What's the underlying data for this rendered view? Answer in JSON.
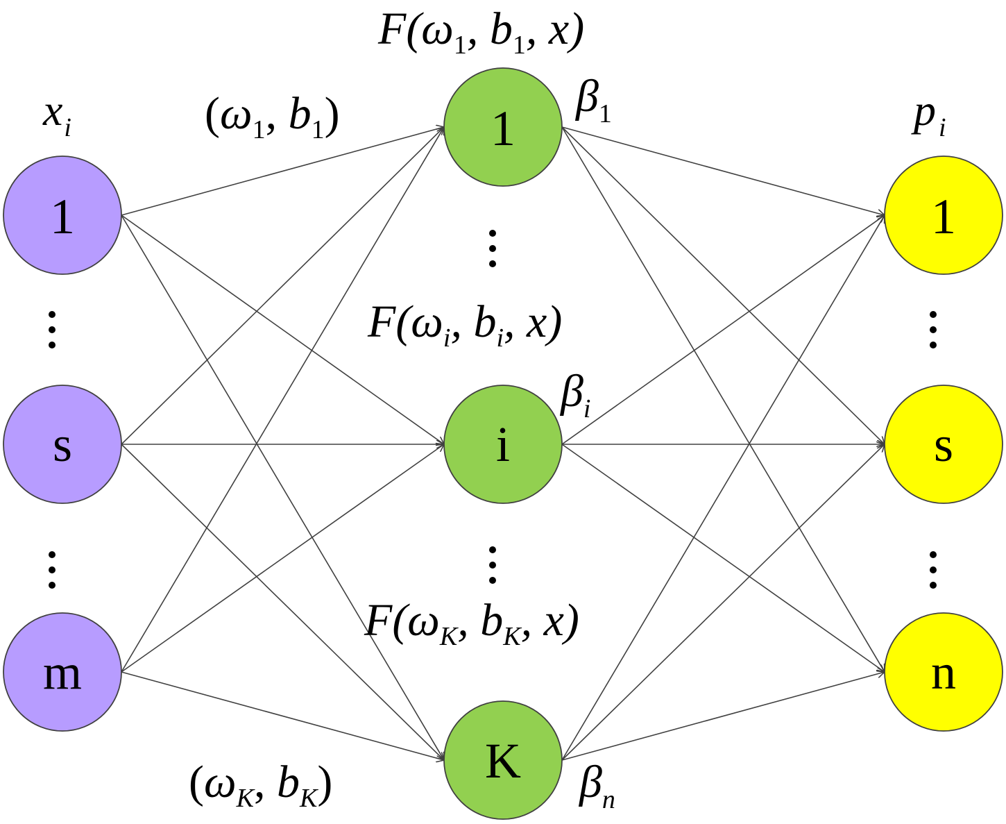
{
  "colors": {
    "input_fill": "#b79cff",
    "hidden_fill": "#92d050",
    "output_fill": "#ffff00",
    "node_stroke": "#404040",
    "edge_stroke": "#404040"
  },
  "layers": {
    "input": {
      "header": {
        "var": "x",
        "sub": "i"
      },
      "nodes": [
        "1",
        "s",
        "m"
      ]
    },
    "hidden": {
      "nodes": [
        "1",
        "i",
        "K"
      ],
      "functions": [
        {
          "func": "F(",
          "w": "ω",
          "w_sub": "1",
          "b": "b",
          "b_sub": "1",
          "tail": ", x)"
        },
        {
          "func": "F(",
          "w": "ω",
          "w_sub": "i",
          "b": "b",
          "b_sub": "i",
          "tail": ", x)"
        },
        {
          "func": "F(",
          "w": "ω",
          "w_sub": "K",
          "b": "b",
          "b_sub": "K",
          "tail": ", x)"
        }
      ],
      "betas": [
        {
          "sym": "β",
          "sub": "1"
        },
        {
          "sym": "β",
          "sub": "i"
        },
        {
          "sym": "β",
          "sub": "n"
        }
      ]
    },
    "output": {
      "header": {
        "var": "p",
        "sub": "i"
      },
      "nodes": [
        "1",
        "s",
        "n"
      ]
    }
  },
  "weights": {
    "top": {
      "open": "(",
      "w": "ω",
      "w_sub": "1",
      "sep": ", ",
      "b": "b",
      "b_sub": "1",
      "close": ")"
    },
    "bottom": {
      "open": "(",
      "w": "ω",
      "w_sub": "K",
      "sep": ", ",
      "b": "b",
      "b_sub": "K",
      "close": ")"
    }
  },
  "ellipsis": "⋮"
}
